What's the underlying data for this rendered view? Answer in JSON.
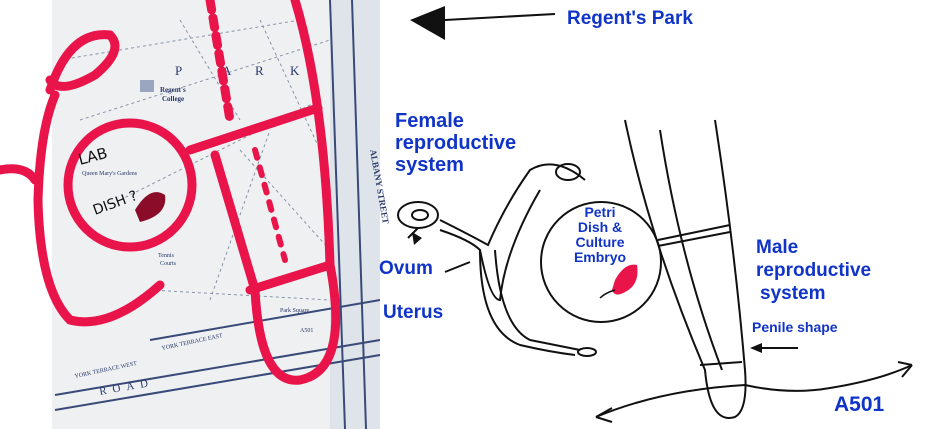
{
  "title_arrow_label": "Regent's Park",
  "labels": {
    "female": [
      "Female",
      "reproductive",
      "system"
    ],
    "ovum": "Ovum",
    "uterus": "Uterus",
    "petri": [
      "Petri",
      "Dish &",
      "Culture",
      "Embryo"
    ],
    "male": [
      "Male",
      "reproductive",
      "system"
    ],
    "penile": "Penile shape",
    "road": "A501"
  },
  "map": {
    "park": [
      "P",
      "A",
      "R",
      "K"
    ],
    "college": [
      "Regent's",
      "College"
    ],
    "gardens": "Queen Mary's Gardens",
    "tennis": [
      "Tennis",
      "Courts"
    ],
    "park_square": "Park Square",
    "road_a501": "A501",
    "albany": "ALBANY STREET",
    "york_east": "YORK TERRACE EAST",
    "york_west": "YORK TERRACE WEST",
    "road": "ROAD",
    "handwritten": [
      "LAB",
      "DISH ?"
    ]
  },
  "colors": {
    "ink_blue": "#1034c8",
    "marker_red": "#e8144a",
    "map_bg": "#eef0f2"
  }
}
